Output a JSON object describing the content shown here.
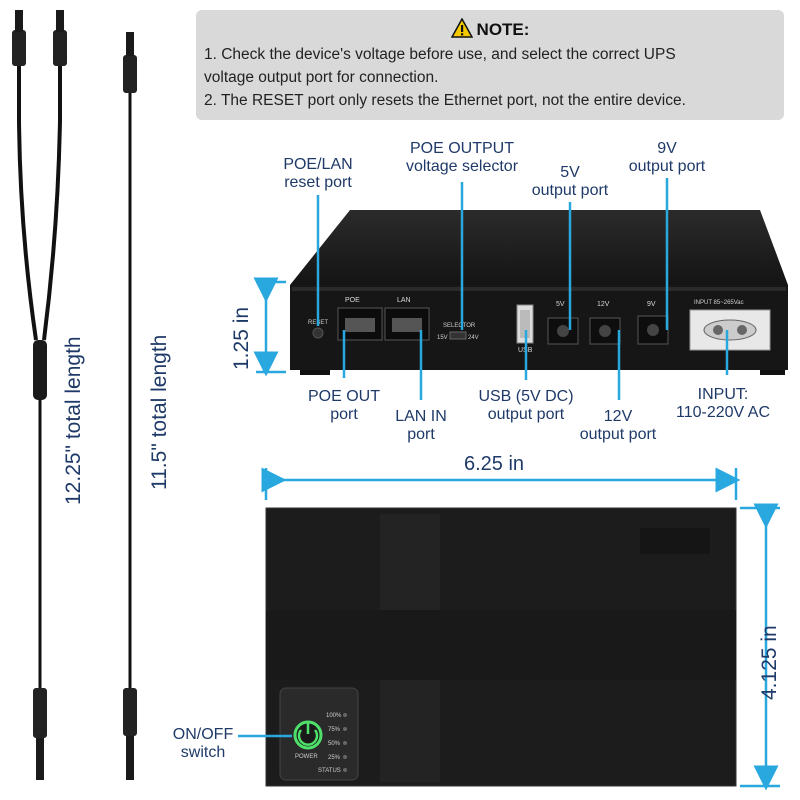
{
  "note": {
    "title": "NOTE:",
    "line1": "1. Check the device's voltage before use, and select the correct UPS",
    "line2": "voltage output port for connection.",
    "line3": "2. The RESET port only resets the Ethernet port, not the entire device."
  },
  "cables": {
    "y_cable_length": "12.25\" total length",
    "straight_cable_length": "11.5\" total length"
  },
  "callouts": {
    "reset_port": [
      "POE/LAN",
      "reset port"
    ],
    "poe_selector": [
      "POE OUTPUT",
      "voltage selector"
    ],
    "out_5v": [
      "5V",
      "output port"
    ],
    "out_9v": [
      "9V",
      "output port"
    ],
    "poe_out": [
      "POE OUT",
      "port"
    ],
    "lan_in": [
      "LAN IN",
      "port"
    ],
    "usb": [
      "USB (5V DC)",
      "output port"
    ],
    "out_12v": [
      "12V",
      "output port"
    ],
    "input_ac": [
      "INPUT:",
      "110-220V AC"
    ],
    "on_off": [
      "ON/OFF",
      "switch"
    ]
  },
  "dimensions": {
    "height": "1.25 in",
    "width": "6.25 in",
    "depth": "4.125 in"
  },
  "device_panel": {
    "reset": "RESET",
    "poe": "POE",
    "lan": "LAN",
    "selector": "SELECTOR",
    "v15": "15V",
    "v24": "24V",
    "usb": "USB",
    "p5v": "5V",
    "p12v": "12V",
    "p9v": "9V",
    "input": "INPUT 85~265Vac"
  },
  "status_panel": {
    "l100": "100%",
    "l75": "75%",
    "l50": "50%",
    "l25": "25%",
    "power": "POWER",
    "status": "STATUS"
  },
  "colors": {
    "accent_blue": "#29a8e0",
    "label_navy": "#1f3a68",
    "device_black": "#1c1c1c",
    "power_green": "#4ee06a",
    "note_bg": "#d9d9d9"
  }
}
